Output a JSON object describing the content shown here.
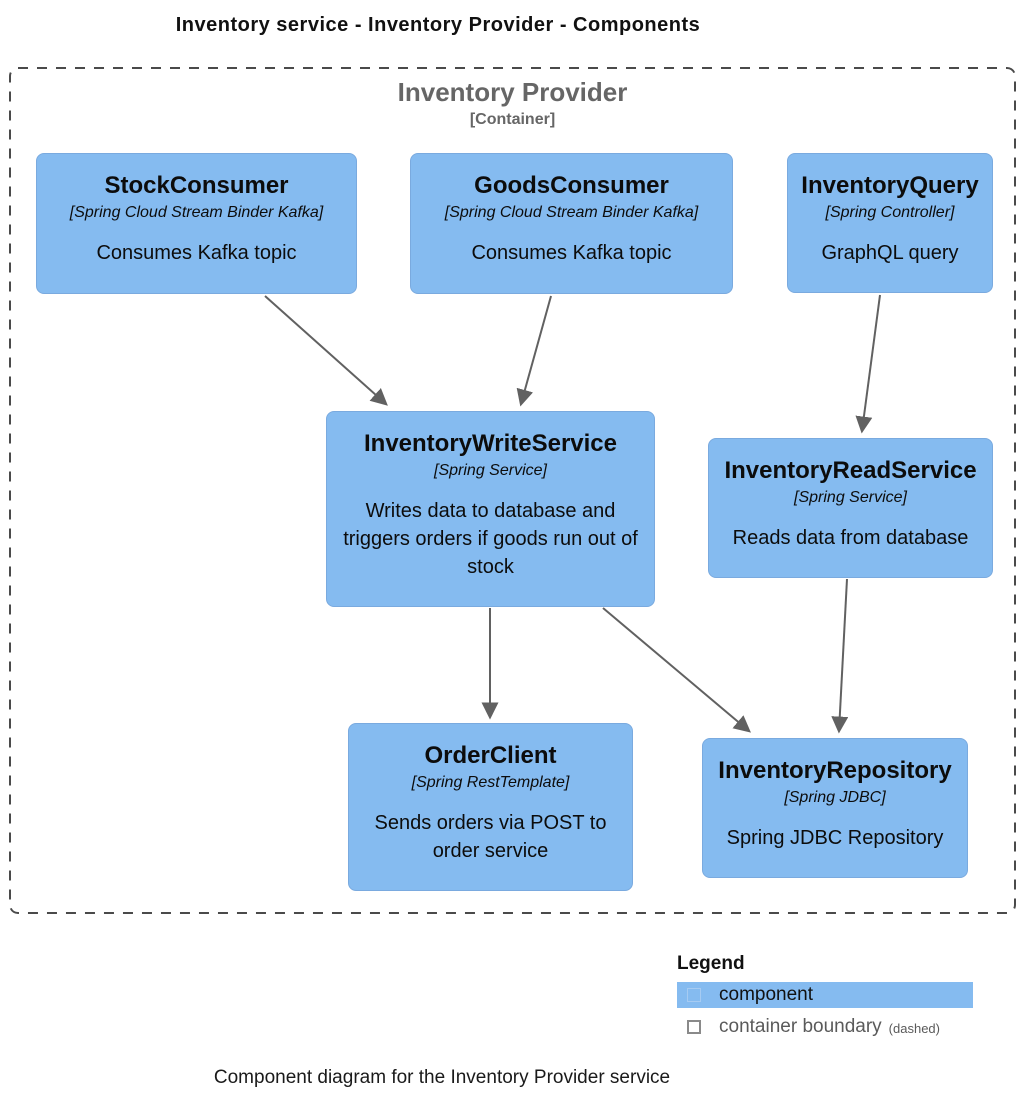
{
  "title": "Inventory service - Inventory Provider - Components",
  "container": {
    "name": "Inventory Provider",
    "meta": "[Container]"
  },
  "components": [
    {
      "id": "stock-consumer",
      "name": "StockConsumer",
      "tech": "[Spring Cloud Stream Binder Kafka]",
      "description": "Consumes Kafka topic"
    },
    {
      "id": "goods-consumer",
      "name": "GoodsConsumer",
      "tech": "[Spring Cloud Stream Binder Kafka]",
      "description": "Consumes Kafka topic"
    },
    {
      "id": "inventory-query",
      "name": "InventoryQuery",
      "tech": "[Spring Controller]",
      "description": "GraphQL query"
    },
    {
      "id": "inventory-write-service",
      "name": "InventoryWriteService",
      "tech": "[Spring Service]",
      "description": "Writes data to database and triggers orders if goods run out of stock"
    },
    {
      "id": "inventory-read-service",
      "name": "InventoryReadService",
      "tech": "[Spring Service]",
      "description": "Reads data from database"
    },
    {
      "id": "order-client",
      "name": "OrderClient",
      "tech": "[Spring RestTemplate]",
      "description": "Sends orders via POST to order service"
    },
    {
      "id": "inventory-repository",
      "name": "InventoryRepository",
      "tech": "[Spring JDBC]",
      "description": "Spring JDBC Repository"
    }
  ],
  "relationships": [
    {
      "from": "StockConsumer",
      "to": "InventoryWriteService"
    },
    {
      "from": "GoodsConsumer",
      "to": "InventoryWriteService"
    },
    {
      "from": "InventoryQuery",
      "to": "InventoryReadService"
    },
    {
      "from": "InventoryWriteService",
      "to": "OrderClient"
    },
    {
      "from": "InventoryWriteService",
      "to": "InventoryRepository"
    },
    {
      "from": "InventoryReadService",
      "to": "InventoryRepository"
    }
  ],
  "legend": {
    "title": "Legend",
    "items": [
      {
        "label": "component",
        "swatch": "#85BBF0"
      },
      {
        "label": "container boundary",
        "suffix": "(dashed)"
      }
    ]
  },
  "caption": "Component diagram for the Inventory Provider service",
  "colors": {
    "component_fill": "#85BBF0",
    "arrow": "#616161",
    "boundary_stroke": "#4A4A4A",
    "container_label": "#666666"
  }
}
